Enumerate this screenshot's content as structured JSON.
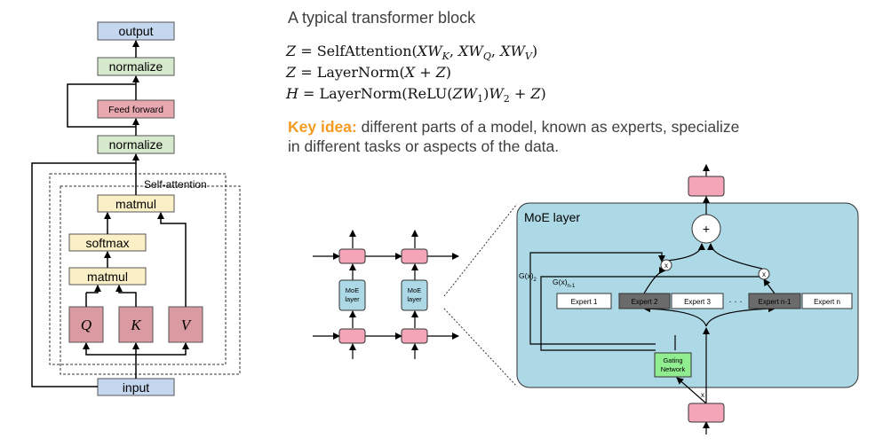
{
  "slide": {
    "title": "A typical transformer block",
    "equations": [
      "Z = SelfAttention(XW_K, XW_Q, XW_V)",
      "Z =  LayerNorm(X + Z)",
      "H = LayerNorm(ReLU(ZW_1)W_2 + Z)"
    ],
    "key_idea": {
      "label": "Key idea:",
      "text": " different parts of a model, known as experts, specialize in different tasks or aspects of the data."
    }
  },
  "transformer_diagram": {
    "output": "output",
    "normalize_top": "normalize",
    "feed_forward": "Feed forward",
    "normalize_bottom": "normalize",
    "self_attention_label": "Self-attention",
    "matmul_top": "matmul",
    "softmax": "softmax",
    "matmul_bottom": "matmul",
    "q": "Q",
    "k": "K",
    "v": "V",
    "input": "input",
    "colors": {
      "blue": "#c5d6ef",
      "green": "#d6e9cd",
      "red": "#e3a0a6",
      "yellow": "#fbefc6",
      "pink_ff": "#f1b7bf"
    }
  },
  "moe_small": {
    "layer_label_1": "MoE",
    "layer_label_2": "layer"
  },
  "moe_detail": {
    "title": "MoE layer",
    "plus": "+",
    "times": "x",
    "gx2": "G(x)",
    "gx2_sub": "2",
    "gxn1": "G(x)",
    "gxn1_sub": "n-1",
    "experts": [
      "Expert 1",
      "Expert 2",
      "Expert 3",
      "Expert n-1",
      "Expert n"
    ],
    "ellipsis": "· · ·",
    "gating_1": "Gating",
    "gating_2": "Network",
    "x_label": "x",
    "colors": {
      "panel": "#add8e6",
      "pink": "#f4a6b8",
      "gate": "#90ee90",
      "expert_dark": "#6b6b6b"
    }
  }
}
